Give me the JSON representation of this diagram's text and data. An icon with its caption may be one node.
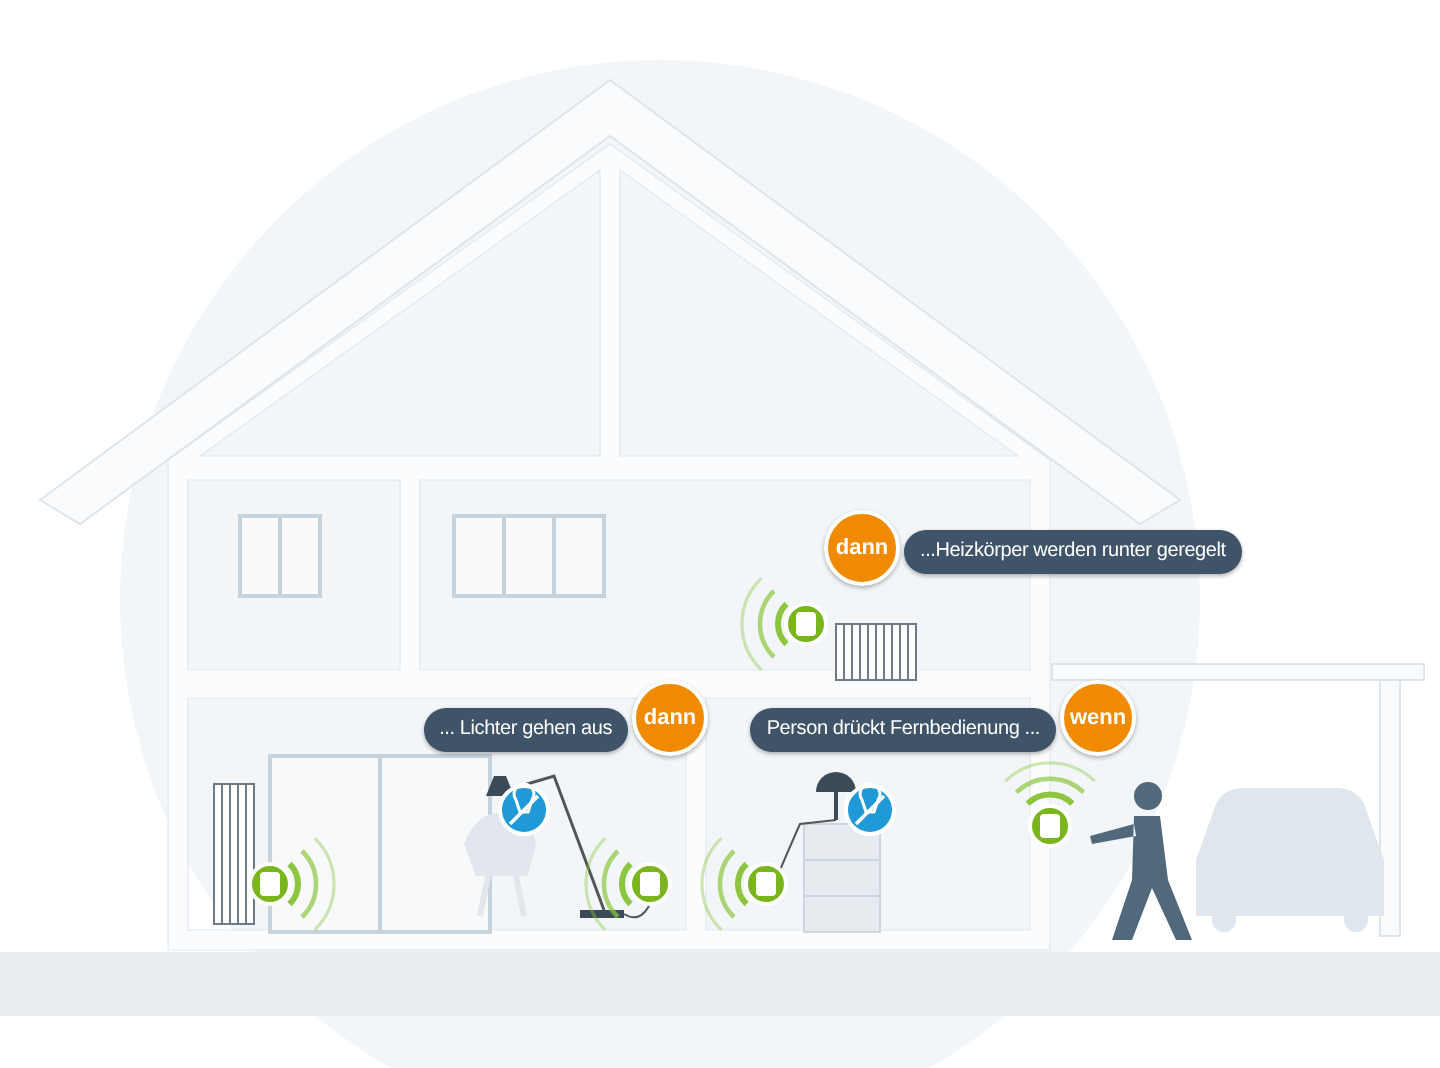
{
  "diagram": {
    "nodes": [
      {
        "text": [
          "dann"
        ]
      },
      {
        "text": [
          "...Heizkörper werden runter geregelt"
        ]
      },
      {
        "text": [
          "... Lichter gehen aus"
        ]
      },
      {
        "text": [
          "dann"
        ]
      },
      {
        "text": [
          "Person drückt Fernbedienung ..."
        ]
      },
      {
        "text": [
          "wenn"
        ]
      }
    ]
  }
}
